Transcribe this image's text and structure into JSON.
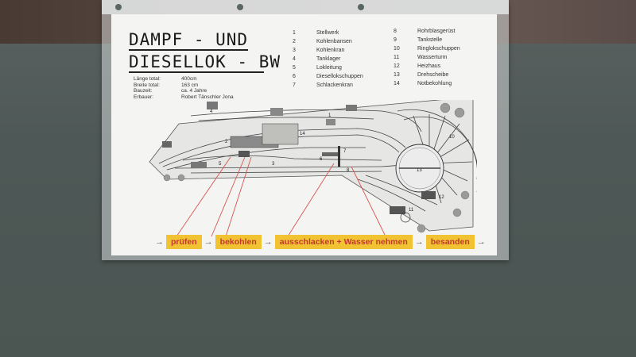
{
  "title": {
    "line1": "DAMPF - UND",
    "line2": "DIESELLOK - BW"
  },
  "info": [
    {
      "key": "Länge total:",
      "value": "400cm"
    },
    {
      "key": "Breite total:",
      "value": "163 cm"
    },
    {
      "key": "Bauzeit:",
      "value": "ca. 4 Jahre"
    },
    {
      "key": "Erbauer:",
      "value": "Robert Tänschler Jona"
    }
  ],
  "legend_left": [
    {
      "n": "1",
      "label": "Stellwerk"
    },
    {
      "n": "2",
      "label": "Kohlenbansen"
    },
    {
      "n": "3",
      "label": "Kohlenkran"
    },
    {
      "n": "4",
      "label": "Tanklager"
    },
    {
      "n": "5",
      "label": "Lokleitung"
    },
    {
      "n": "6",
      "label": "Diesellokschuppen"
    },
    {
      "n": "7",
      "label": "Schlackenkran"
    }
  ],
  "legend_right": [
    {
      "n": "8",
      "label": "Rohrblasgerüst"
    },
    {
      "n": "9",
      "label": "Tankstelle"
    },
    {
      "n": "10",
      "label": "Ringlokschuppen"
    },
    {
      "n": "11",
      "label": "Wasserturm"
    },
    {
      "n": "12",
      "label": "Heizhaus"
    },
    {
      "n": "13",
      "label": "Drehscheibe"
    },
    {
      "n": "14",
      "label": "Notbekohlung"
    }
  ],
  "plan_labels": {
    "l1": "1",
    "l2": "2",
    "l3": "3",
    "l4": "4",
    "l5": "5",
    "l6": "6",
    "l7": "7",
    "l8": "8",
    "l10": "10",
    "l11": "11",
    "l12": "12",
    "l13": "13",
    "l14": "14"
  },
  "steps": [
    "prüfen",
    "bekohlen",
    "ausschlacken + Wasser nehmen",
    "besanden"
  ],
  "arrow": "→",
  "colors": {
    "step_bg": "#f1c232",
    "step_text": "#c0392b",
    "pointer_lines": "#d9534f"
  }
}
